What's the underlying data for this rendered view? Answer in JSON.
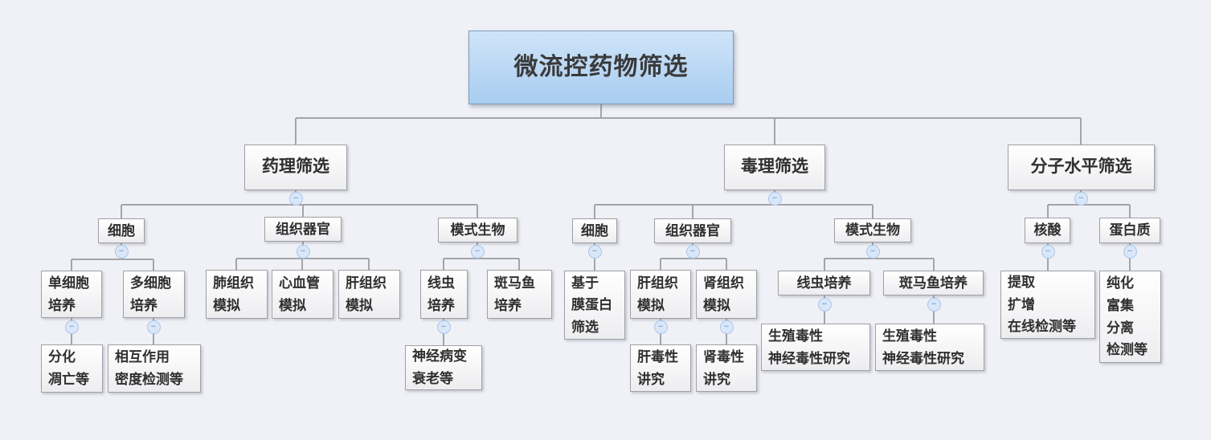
{
  "icons": {
    "collapse": "−"
  },
  "colors": {
    "background": "#f0f1f6",
    "connector": "#a4a5a9",
    "node_border": "#a0a1a6",
    "node_fill_top": "#ffffff",
    "node_fill_bottom": "#ededf0",
    "root_fill_top": "#cfe4f9",
    "root_fill_bottom": "#a8cdf0",
    "root_border": "#7f9cba",
    "collapse_fill": "#d9e7f8",
    "collapse_border": "#aac6ea",
    "collapse_glyph_color": "#90aed8",
    "text": "#2f2f2f"
  },
  "tree": {
    "label": "微流控药物筛选",
    "children": [
      {
        "label": "药理筛选",
        "children": [
          {
            "label": "细胞",
            "children": [
              {
                "label": "单细胞\n培养",
                "children": [
                  {
                    "label": "分化\n凋亡等"
                  }
                ]
              },
              {
                "label": "多细胞\n培养",
                "children": [
                  {
                    "label": "相互作用\n密度检测等"
                  }
                ]
              }
            ]
          },
          {
            "label": "组织器官",
            "children": [
              {
                "label": "肺组织\n模拟"
              },
              {
                "label": "心血管\n模拟"
              },
              {
                "label": "肝组织\n模拟"
              }
            ]
          },
          {
            "label": "模式生物",
            "children": [
              {
                "label": "线虫\n培养",
                "children": [
                  {
                    "label": "神经病变\n衰老等"
                  }
                ]
              },
              {
                "label": "斑马鱼\n培养"
              }
            ]
          }
        ]
      },
      {
        "label": "毒理筛选",
        "children": [
          {
            "label": "细胞",
            "children": [
              {
                "label": "基于\n膜蛋白\n筛选"
              }
            ]
          },
          {
            "label": "组织器官",
            "children": [
              {
                "label": "肝组织\n模拟",
                "children": [
                  {
                    "label": "肝毒性\n讲究"
                  }
                ]
              },
              {
                "label": "肾组织\n模拟",
                "children": [
                  {
                    "label": "肾毒性\n讲究"
                  }
                ]
              }
            ]
          },
          {
            "label": "模式生物",
            "children": [
              {
                "label": "线虫培养",
                "children": [
                  {
                    "label": "生殖毒性\n神经毒性研究"
                  }
                ]
              },
              {
                "label": "斑马鱼培养",
                "children": [
                  {
                    "label": "生殖毒性\n神经毒性研究"
                  }
                ]
              }
            ]
          }
        ]
      },
      {
        "label": "分子水平筛选",
        "children": [
          {
            "label": "核酸",
            "children": [
              {
                "label": "提取\n扩增\n在线检测等"
              }
            ]
          },
          {
            "label": "蛋白质",
            "children": [
              {
                "label": "纯化\n富集\n分离\n检测等"
              }
            ]
          }
        ]
      }
    ]
  }
}
